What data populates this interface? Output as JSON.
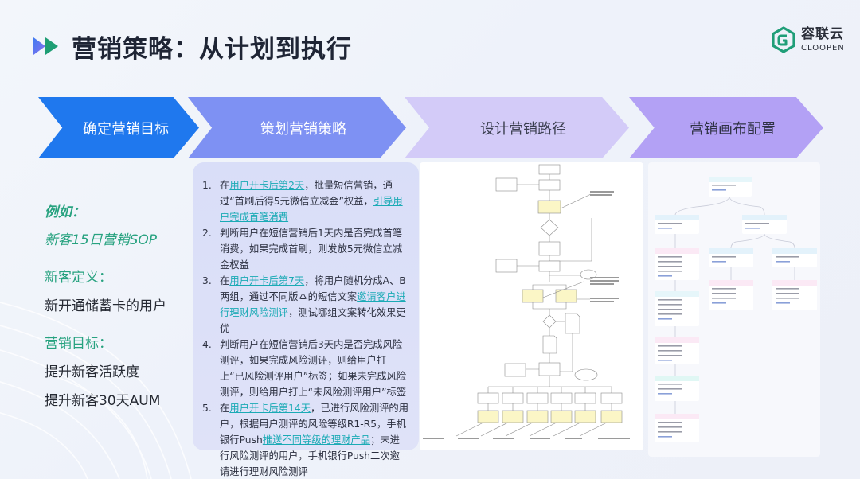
{
  "header": {
    "title": "营销策略：从计划到执行",
    "title_icon": "double-play-arrow-icon",
    "logo": {
      "cn": "容联云",
      "en": "CLOOPEN",
      "icon": "hexagon-logo-icon"
    }
  },
  "colors": {
    "step1": "#1f78ee",
    "step2": "#7e91f3",
    "step3": "#d3cbf8",
    "step4": "#b3a1f5",
    "accent_green": "#27a27f",
    "link_teal": "#1aaab5",
    "title_text": "#1f2535"
  },
  "steps": [
    {
      "label": "确定营销目标"
    },
    {
      "label": "策划营销策略"
    },
    {
      "label": "设计营销路径"
    },
    {
      "label": "营销画布配置"
    }
  ],
  "left": {
    "example_label": "例如：",
    "example_value": "新客15日营销SOP",
    "definition_label": "新客定义：",
    "definition_value": "新开通储蓄卡的用户",
    "goal_label": "营销目标：",
    "goals": [
      "提升新客活跃度",
      "提升新客30天AUM"
    ]
  },
  "strategy": {
    "items": [
      {
        "num": "1.",
        "segments": [
          {
            "text": "在",
            "hl": false
          },
          {
            "text": "用户开卡后第2天",
            "hl": true
          },
          {
            "text": "，批量短信营销，通过“首刷后得5元微信立减金”权益，",
            "hl": false
          },
          {
            "text": "引导用户完成首笔消费",
            "hl": true
          }
        ]
      },
      {
        "num": "2.",
        "segments": [
          {
            "text": "判断用户在短信营销后1天内是否完成首笔消费，如果完成首刷，则发放5元微信立减金权益",
            "hl": false
          }
        ]
      },
      {
        "num": "3.",
        "segments": [
          {
            "text": "在",
            "hl": false
          },
          {
            "text": "用户开卡后第7天",
            "hl": true
          },
          {
            "text": "，将用户随机分成A、B两组，通过不同版本的短信文案",
            "hl": false
          },
          {
            "text": "邀请客户进行理财风险测评",
            "hl": true
          },
          {
            "text": "，测试哪组文案转化效果更优",
            "hl": false
          }
        ]
      },
      {
        "num": "4.",
        "segments": [
          {
            "text": "判断用户在短信营销后3天内是否完成风险测评，如果完成风险测评，则给用户打上“已风险测评用户”标签；如果未完成风险测评，则给用户打上“未风险测评用户”标签",
            "hl": false
          }
        ]
      },
      {
        "num": "5.",
        "segments": [
          {
            "text": "在",
            "hl": false
          },
          {
            "text": "用户开卡后第14天",
            "hl": true
          },
          {
            "text": "，已进行风险测评的用户，根据用户测评的风险等级R1-R5，手机银行Push",
            "hl": false
          },
          {
            "text": "推送不同等级的理财产品",
            "hl": true
          },
          {
            "text": "；未进行风险测评的用户，手机银行Push二次邀请进行理财风险测评",
            "hl": false
          }
        ]
      }
    ]
  },
  "flowchart": {
    "label": "marketing-path-flowchart-thumbnail"
  },
  "canvas": {
    "label": "marketing-canvas-config-thumbnail"
  }
}
